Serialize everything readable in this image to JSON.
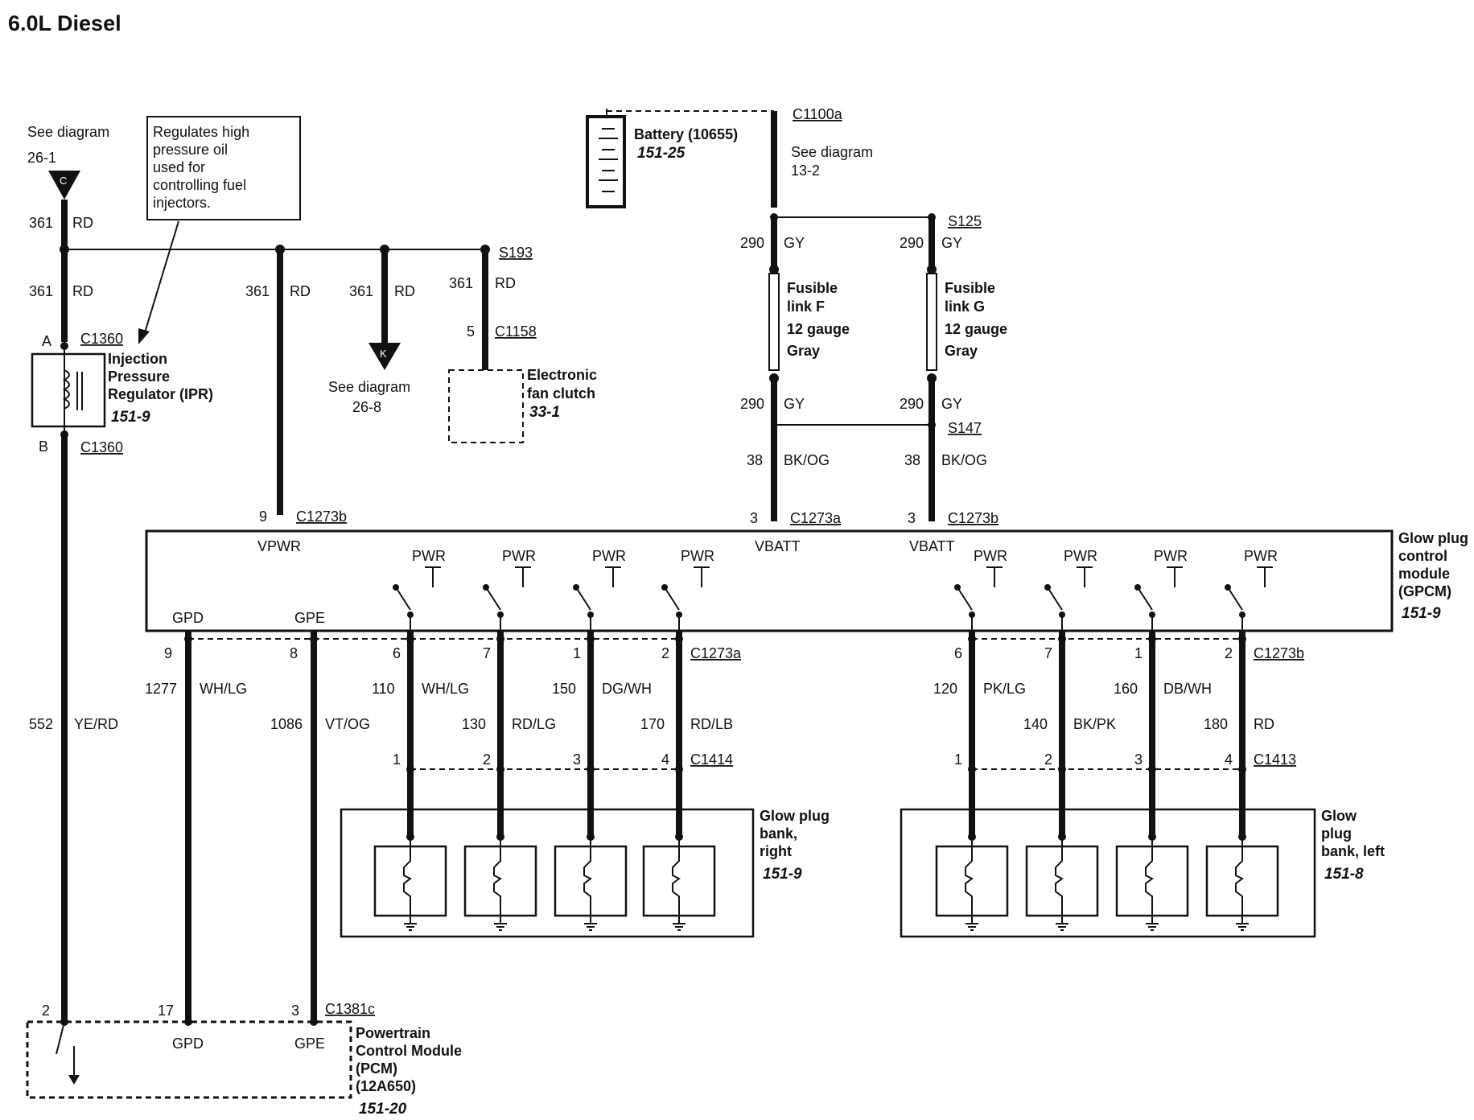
{
  "title": "6.0L Diesel",
  "note": [
    "Regulates high",
    "pressure oil",
    "used for",
    "controlling fuel",
    "injectors."
  ],
  "see_diag_top": [
    "See diagram",
    "26-1"
  ],
  "see_diag_k": [
    "See diagram",
    "26-8"
  ],
  "see_diag_bat": [
    "See diagram",
    "13-2"
  ],
  "battery": {
    "name": "Battery (10655)",
    "ref": "151-25"
  },
  "ipr": {
    "name": [
      "Injection",
      "Pressure",
      "Regulator (IPR)"
    ],
    "ref": "151-9",
    "pin_a": "A",
    "pin_b": "B",
    "conn": "C1360"
  },
  "fan": {
    "name": [
      "Electronic",
      "fan clutch"
    ],
    "ref": "33-1",
    "pin": "5",
    "conn": "C1158"
  },
  "gpcm": {
    "name": [
      "Glow plug",
      "control",
      "module",
      "(GPCM)"
    ],
    "ref": "151-9",
    "vpwr": "VPWR",
    "vbatt": "VBATT",
    "pwr": "PWR",
    "gpd": "GPD",
    "gpe": "GPE"
  },
  "pcm": {
    "name": [
      "Powertrain",
      "Control Module",
      "(PCM)",
      "(12A650)"
    ],
    "ref": "151-20",
    "conn": "C1381c",
    "gpd": "GPD",
    "gpe": "GPE"
  },
  "fusible_f": [
    "Fusible",
    "link F",
    "12 gauge",
    "Gray"
  ],
  "fusible_g": [
    "Fusible",
    "link G",
    "12 gauge",
    "Gray"
  ],
  "splices": {
    "s193": "S193",
    "s125": "S125",
    "s147": "S147",
    "c1100a": "C1100a"
  },
  "circuits": {
    "c361": "361",
    "rd": "RD",
    "c290": "290",
    "gy": "GY",
    "c38": "38",
    "bkog": "BK/OG",
    "c552": "552",
    "yerd": "YE/RD",
    "c1277": "1277",
    "whlg": "WH/LG",
    "c1086": "1086",
    "vtog": "VT/OG"
  },
  "pins": {
    "p9": "9",
    "p3": "3",
    "p8": "8",
    "p2": "2",
    "p17": "17",
    "c1273b": "C1273b",
    "c1273a": "C1273a"
  },
  "right_bank": {
    "name": [
      "Glow plug",
      "bank,",
      "right"
    ],
    "ref": "151-9",
    "conn_top": "C1273a",
    "conn_bot": "C1414",
    "wires": [
      {
        "top": "6",
        "bot": "1",
        "circ": "110",
        "col": "WH/LG"
      },
      {
        "top": "7",
        "bot": "2",
        "circ": "130",
        "col": "RD/LG"
      },
      {
        "top": "1",
        "bot": "3",
        "circ": "150",
        "col": "DG/WH"
      },
      {
        "top": "2",
        "bot": "4",
        "circ": "170",
        "col": "RD/LB"
      }
    ]
  },
  "left_bank": {
    "name": [
      "Glow",
      "plug",
      "bank, left"
    ],
    "ref": "151-8",
    "conn_top": "C1273b",
    "conn_bot": "C1413",
    "wires": [
      {
        "top": "6",
        "bot": "1",
        "circ": "120",
        "col": "PK/LG"
      },
      {
        "top": "7",
        "bot": "2",
        "circ": "140",
        "col": "BK/PK"
      },
      {
        "top": "1",
        "bot": "3",
        "circ": "160",
        "col": "DB/WH"
      },
      {
        "top": "2",
        "bot": "4",
        "circ": "180",
        "col": "RD"
      }
    ]
  }
}
